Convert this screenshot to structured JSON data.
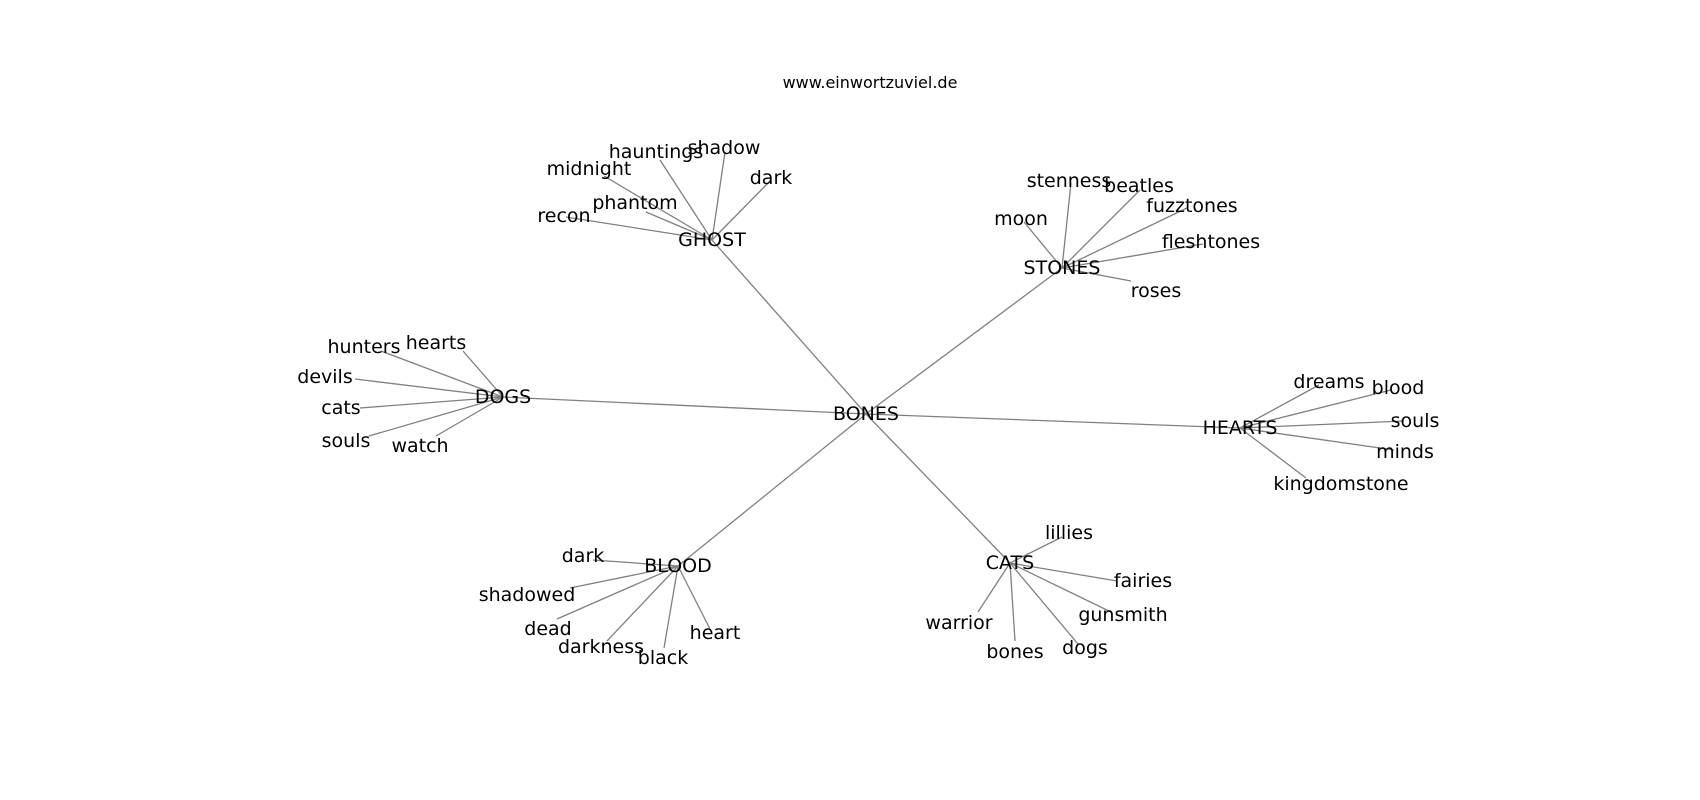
{
  "header": {
    "watermark": "www.einwortzuviel.de"
  },
  "graph": {
    "center": "BONES",
    "hubs": [
      {
        "label": "GHOST",
        "words": [
          "hauntings",
          "shadow",
          "midnight",
          "dark",
          "phantom",
          "recon"
        ]
      },
      {
        "label": "STONES",
        "words": [
          "stenness",
          "beatles",
          "fuzztones",
          "moon",
          "fleshtones",
          "roses"
        ]
      },
      {
        "label": "DOGS",
        "words": [
          "hunters",
          "hearts",
          "devils",
          "cats",
          "souls",
          "watch"
        ]
      },
      {
        "label": "HEARTS",
        "words": [
          "dreams",
          "blood",
          "souls",
          "minds",
          "kingdomstone"
        ]
      },
      {
        "label": "BLOOD",
        "words": [
          "dark",
          "shadowed",
          "dead",
          "darkness",
          "black",
          "heart"
        ]
      },
      {
        "label": "CATS",
        "words": [
          "lillies",
          "fairies",
          "gunsmith",
          "warrior",
          "bones",
          "dogs"
        ]
      }
    ]
  },
  "colors": {
    "edge": "#808080",
    "text": "#000000",
    "background": "#ffffff"
  }
}
